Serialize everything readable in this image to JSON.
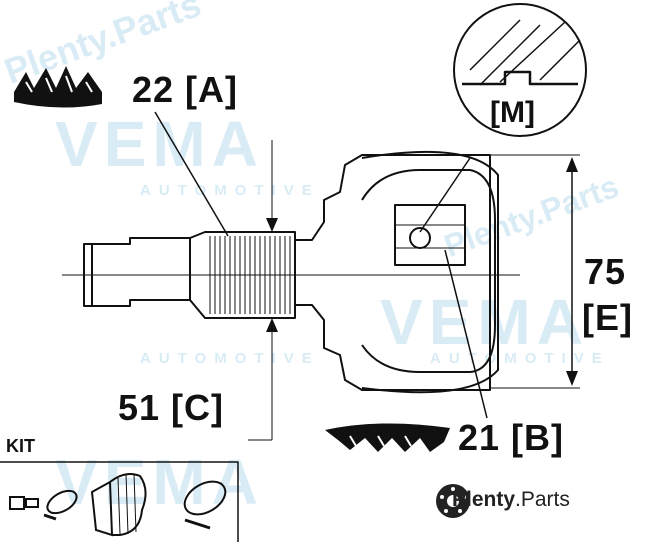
{
  "watermark": {
    "brand": "VEMA",
    "sub": "AUTOMOTIVE",
    "plenty": "Plenty.Parts"
  },
  "labels": {
    "spline_a": "22 [A]",
    "mark_m": "[M]",
    "diameter_e_value": "75",
    "diameter_e_code": "[E]",
    "length_c": "51 [C]",
    "spline_b": "21 [B]",
    "kit": "KIT"
  },
  "logo": {
    "name": "Plenty",
    "dot": ".",
    "suffix": "Parts"
  },
  "colors": {
    "line": "#111111",
    "watermark": "#d9ecf6",
    "background": "#ffffff"
  },
  "icons": [
    "spline-a-icon",
    "spline-b-icon",
    "bolt-icon",
    "clamp-icon",
    "boot-icon",
    "ring-clamp-icon",
    "brake-disc-icon"
  ]
}
